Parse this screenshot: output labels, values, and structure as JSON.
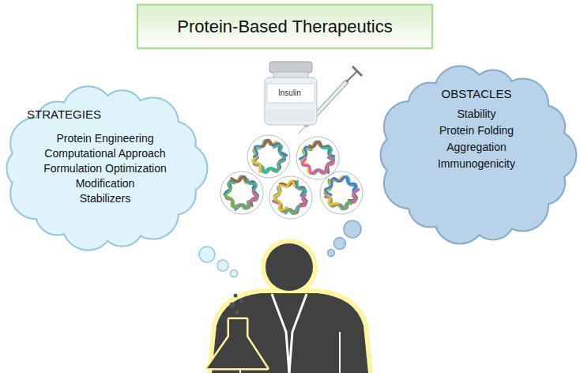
{
  "diagram": {
    "nodes": [
      {
        "text": [
          "Protein-Based Therapeutics"
        ]
      },
      {
        "text": [
          "STRATEGIES",
          "Protein Engineering",
          "Computational Approach",
          "Formulation Optimization",
          "Modification",
          "Stabilizers"
        ]
      },
      {
        "text": [
          "OBSTACLES",
          "Stability",
          "Protein Folding",
          "Aggregation",
          "Immunogenicity"
        ]
      }
    ],
    "labels": [
      "Insulin"
    ]
  }
}
